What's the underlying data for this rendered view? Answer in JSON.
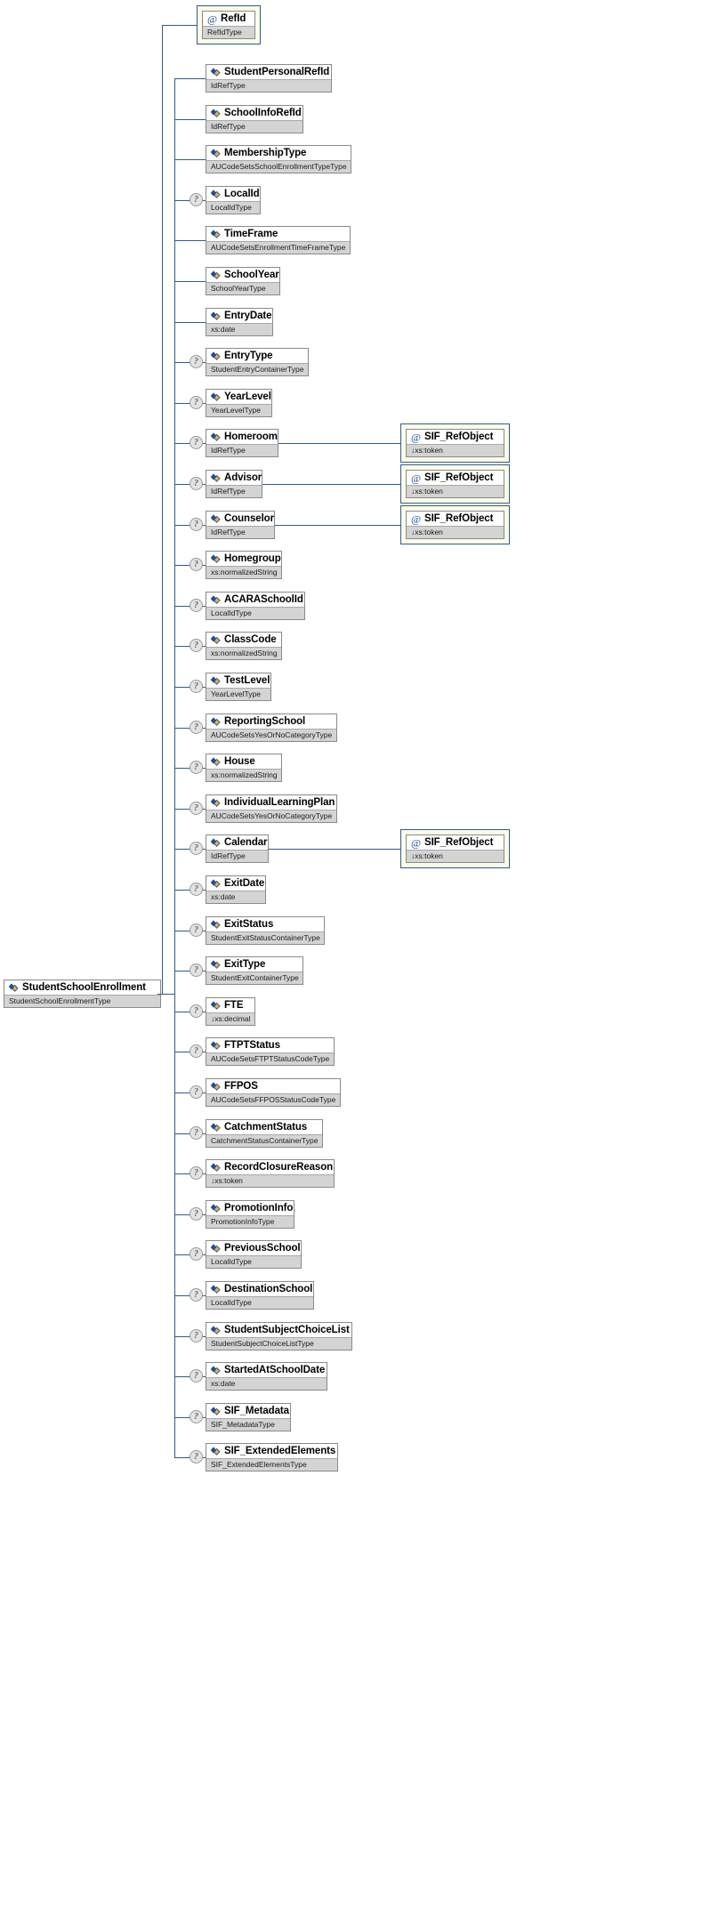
{
  "diagram": {
    "title": "StudentSchoolEnrollment",
    "kind": "xsd-tree",
    "colors": {
      "connector": "#2e5d8a",
      "attribute_frame": "#2e5d8a",
      "attribute_fill": "#fbfbe7",
      "type_bar": "#d4d4d4",
      "node_border": "#8a8a8a",
      "optional_marker": "#e3e3e3"
    },
    "legend": {
      "attribute_icon": "@",
      "element_icon": "element-diamond-icon",
      "optional_icon": "?"
    }
  },
  "root": {
    "name": "StudentSchoolEnrollment",
    "type": "StudentSchoolEnrollmentType",
    "icon": "element-diamond-icon",
    "optional": false
  },
  "attributes": [
    {
      "name": "RefId",
      "type": "RefIdType",
      "icon": "at-icon",
      "optional": false
    }
  ],
  "children": [
    {
      "name": "StudentPersonalRefId",
      "type": "IdRefType",
      "icon": "element-diamond-icon",
      "optional": false,
      "ref": null
    },
    {
      "name": "SchoolInfoRefId",
      "type": "IdRefType",
      "icon": "element-diamond-icon",
      "optional": false,
      "ref": null
    },
    {
      "name": "MembershipType",
      "type": "AUCodeSetsSchoolEnrollmentTypeType",
      "icon": "element-diamond-icon",
      "optional": false,
      "ref": null
    },
    {
      "name": "LocalId",
      "type": "LocalIdType",
      "icon": "element-diamond-icon",
      "optional": true,
      "ref": null
    },
    {
      "name": "TimeFrame",
      "type": "AUCodeSetsEnrollmentTimeFrameType",
      "icon": "element-diamond-icon",
      "optional": false,
      "ref": null
    },
    {
      "name": "SchoolYear",
      "type": "SchoolYearType",
      "icon": "element-diamond-icon",
      "optional": false,
      "ref": null
    },
    {
      "name": "EntryDate",
      "type": "xs:date",
      "icon": "element-diamond-icon",
      "optional": false,
      "ref": null
    },
    {
      "name": "EntryType",
      "type": "StudentEntryContainerType",
      "icon": "element-diamond-icon",
      "optional": true,
      "ref": null
    },
    {
      "name": "YearLevel",
      "type": "YearLevelType",
      "icon": "element-diamond-icon",
      "optional": true,
      "ref": null
    },
    {
      "name": "Homeroom",
      "type": "IdRefType",
      "icon": "element-diamond-icon",
      "optional": true,
      "ref": {
        "name": "SIF_RefObject",
        "type": "↓xs:token",
        "icon": "at-icon"
      }
    },
    {
      "name": "Advisor",
      "type": "IdRefType",
      "icon": "element-diamond-icon",
      "optional": true,
      "ref": {
        "name": "SIF_RefObject",
        "type": "↓xs:token",
        "icon": "at-icon"
      }
    },
    {
      "name": "Counselor",
      "type": "IdRefType",
      "icon": "element-diamond-icon",
      "optional": true,
      "ref": {
        "name": "SIF_RefObject",
        "type": "↓xs:token",
        "icon": "at-icon"
      }
    },
    {
      "name": "Homegroup",
      "type": "xs:normalizedString",
      "icon": "element-diamond-icon",
      "optional": true,
      "ref": null
    },
    {
      "name": "ACARASchoolId",
      "type": "LocalIdType",
      "icon": "element-diamond-icon",
      "optional": true,
      "ref": null
    },
    {
      "name": "ClassCode",
      "type": "xs:normalizedString",
      "icon": "element-diamond-icon",
      "optional": true,
      "ref": null
    },
    {
      "name": "TestLevel",
      "type": "YearLevelType",
      "icon": "element-diamond-icon",
      "optional": true,
      "ref": null
    },
    {
      "name": "ReportingSchool",
      "type": "AUCodeSetsYesOrNoCategoryType",
      "icon": "element-diamond-icon",
      "optional": true,
      "ref": null
    },
    {
      "name": "House",
      "type": "xs:normalizedString",
      "icon": "element-diamond-icon",
      "optional": true,
      "ref": null
    },
    {
      "name": "IndividualLearningPlan",
      "type": "AUCodeSetsYesOrNoCategoryType",
      "icon": "element-diamond-icon",
      "optional": true,
      "ref": null
    },
    {
      "name": "Calendar",
      "type": "IdRefType",
      "icon": "element-diamond-icon",
      "optional": true,
      "ref": {
        "name": "SIF_RefObject",
        "type": "↓xs:token",
        "icon": "at-icon"
      }
    },
    {
      "name": "ExitDate",
      "type": "xs:date",
      "icon": "element-diamond-icon",
      "optional": true,
      "ref": null
    },
    {
      "name": "ExitStatus",
      "type": "StudentExitStatusContainerType",
      "icon": "element-diamond-icon",
      "optional": true,
      "ref": null
    },
    {
      "name": "ExitType",
      "type": "StudentExitContainerType",
      "icon": "element-diamond-icon",
      "optional": true,
      "ref": null
    },
    {
      "name": "FTE",
      "type": "↓xs:decimal",
      "icon": "element-diamond-icon",
      "optional": true,
      "ref": null
    },
    {
      "name": "FTPTStatus",
      "type": "AUCodeSetsFTPTStatusCodeType",
      "icon": "element-diamond-icon",
      "optional": true,
      "ref": null
    },
    {
      "name": "FFPOS",
      "type": "AUCodeSetsFFPOSStatusCodeType",
      "icon": "element-diamond-icon",
      "optional": true,
      "ref": null
    },
    {
      "name": "CatchmentStatus",
      "type": "CatchmentStatusContainerType",
      "icon": "element-diamond-icon",
      "optional": true,
      "ref": null
    },
    {
      "name": "RecordClosureReason",
      "type": "↓xs:token",
      "icon": "element-diamond-icon",
      "optional": true,
      "ref": null
    },
    {
      "name": "PromotionInfo",
      "type": "PromotionInfoType",
      "icon": "element-diamond-icon",
      "optional": true,
      "ref": null
    },
    {
      "name": "PreviousSchool",
      "type": "LocalIdType",
      "icon": "element-diamond-icon",
      "optional": true,
      "ref": null
    },
    {
      "name": "DestinationSchool",
      "type": "LocalIdType",
      "icon": "element-diamond-icon",
      "optional": true,
      "ref": null
    },
    {
      "name": "StudentSubjectChoiceList",
      "type": "StudentSubjectChoiceListType",
      "icon": "element-diamond-icon",
      "optional": true,
      "ref": null
    },
    {
      "name": "StartedAtSchoolDate",
      "type": "xs:date",
      "icon": "element-diamond-icon",
      "optional": true,
      "ref": null
    },
    {
      "name": "SIF_Metadata",
      "type": "SIF_MetadataType",
      "icon": "element-diamond-icon",
      "optional": true,
      "ref": null
    },
    {
      "name": "SIF_ExtendedElements",
      "type": "SIF_ExtendedElementsType",
      "icon": "element-diamond-icon",
      "optional": true,
      "ref": null
    }
  ]
}
